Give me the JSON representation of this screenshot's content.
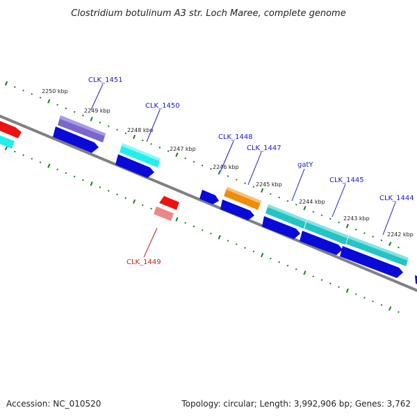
{
  "title": "Clostridium botulinum A3 str. Loch Maree, complete genome",
  "accession": "Accession: NC_010520",
  "summary": "Topology: circular; Length: 3,992,906 bp; Genes: 3,762",
  "tick_labels": [
    "2250 kbp",
    "2249 kbp",
    "2248 kbp",
    "2247 kbp",
    "2246 kbp",
    "2245 kbp",
    "2244 kbp",
    "2243 kbp",
    "2242 kbp"
  ],
  "gene_labels": {
    "clk1451": "CLK_1451",
    "clk1450": "CLK_1450",
    "clk1448": "CLK_1448",
    "clk1447": "CLK_1447",
    "gaty": "gatY",
    "clk1445": "CLK_1445",
    "clk1444": "CLK_1444",
    "clk1449": "CLK_1449"
  },
  "colors": {
    "backbone": "#808080",
    "tick": "#1a7a1a",
    "label_blue": "#1a1acc",
    "label_red": "#cc1a1a",
    "cds_blue": "#0a0ad8",
    "red": "#ee1111",
    "pink": "#ee8888",
    "cyan": "#22eeee",
    "teal": "#22c4c4",
    "orange": "#f08c0a",
    "purple": "#7a66cc"
  }
}
